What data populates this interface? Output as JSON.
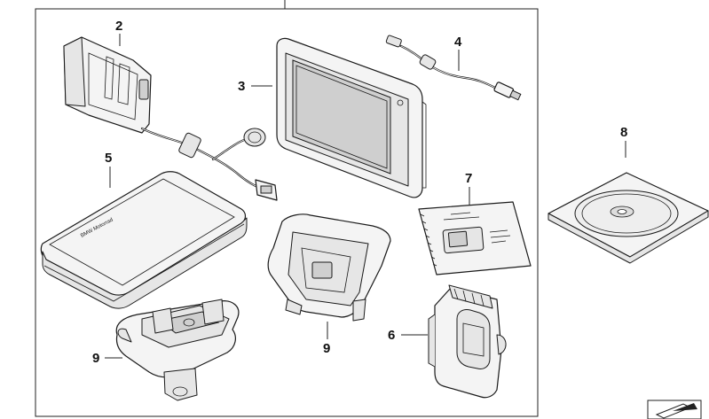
{
  "parts": [
    {
      "key": "holder_cable",
      "number": "2"
    },
    {
      "key": "navigator",
      "number": "3"
    },
    {
      "key": "usb_cable",
      "number": "4"
    },
    {
      "key": "case",
      "number": "5",
      "brand_text": "BMW Motorrad"
    },
    {
      "key": "clip",
      "number": "6"
    },
    {
      "key": "manual",
      "number": "7"
    },
    {
      "key": "cd",
      "number": "8"
    },
    {
      "key": "mount_base",
      "number": "9"
    },
    {
      "key": "cradle",
      "number": "9"
    }
  ]
}
